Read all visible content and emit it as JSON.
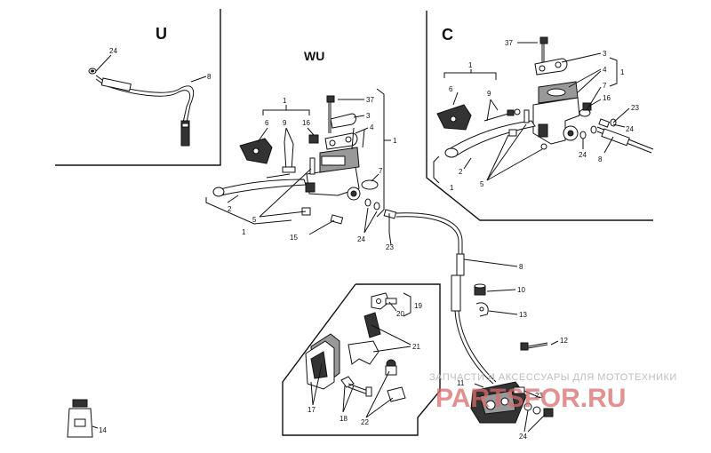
{
  "variants": {
    "u": "U",
    "wu": "WU",
    "c": "C"
  },
  "callouts": {
    "u_24": "24",
    "u_8": "8",
    "wu_1a": "1",
    "wu_9": "9",
    "wu_16": "16",
    "wu_6": "6",
    "wu_37": "37",
    "wu_3": "3",
    "wu_4": "4",
    "wu_1b": "1",
    "wu_7": "7",
    "wu_2": "2",
    "wu_5": "5",
    "wu_1c": "1",
    "wu_15": "15",
    "wu_24": "24",
    "wu_23": "23",
    "c_37": "37",
    "c_3": "3",
    "c_4": "4",
    "c_1a": "1",
    "c_7": "7",
    "c_16": "16",
    "c_23": "23",
    "c_24a": "24",
    "c_24b": "24",
    "c_8": "8",
    "c_1b": "1",
    "c_6": "6",
    "c_9": "9",
    "c_2": "2",
    "c_5": "5",
    "c_1c": "1",
    "m_8": "8",
    "m_10": "10",
    "m_13": "13",
    "m_19": "19",
    "m_20": "20",
    "m_21": "21",
    "m_12": "12",
    "m_11": "11",
    "m_23": "23",
    "m_24": "24",
    "m_17": "17",
    "m_18": "18",
    "m_22": "22",
    "m_14": "14"
  },
  "watermark": {
    "tagline": "ЗАПЧАСТИ И АКСЕССУАРЫ ДЛЯ МОТОТЕХНИКИ",
    "brand": "PARTSFOR.RU"
  }
}
